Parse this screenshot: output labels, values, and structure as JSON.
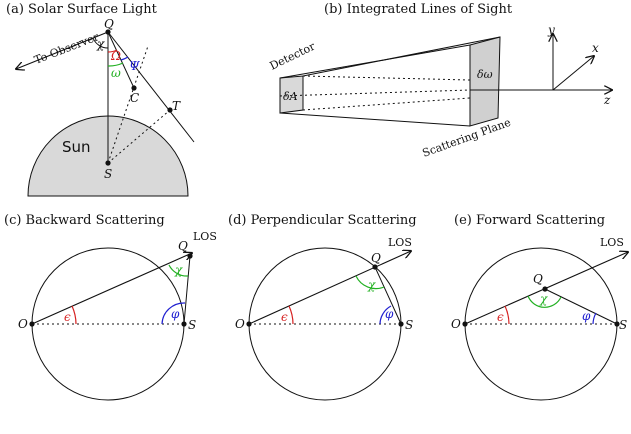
{
  "captions": {
    "a": "(a) Solar Surface Light",
    "b": "(b) Integrated Lines of Sight",
    "c": "(c) Backward Scattering",
    "d": "(d) Perpendicular Scattering",
    "e": "(e) Forward Scattering"
  },
  "panel_a": {
    "sun": "Sun",
    "to_observer": "To Observer",
    "Q": "Q",
    "C": "C",
    "T": "T",
    "S": "S",
    "chi": "χ",
    "omega_cap": "Ω",
    "omega": "ω",
    "psi": "Ψ"
  },
  "panel_b": {
    "detector": "Detector",
    "delta_A": "δA",
    "delta_omega": "δω",
    "scattering_plane": "Scattering Plane",
    "axis_x": "x",
    "axis_y": "y",
    "axis_z": "z"
  },
  "panel_scatter": {
    "O": "O",
    "Q": "Q",
    "S": "S",
    "LOS": "LOS",
    "epsilon": "ϵ",
    "chi": "χ",
    "phi": "φ"
  },
  "colors": {
    "red": "#d62020",
    "green": "#22b022",
    "blue": "#2020d0",
    "sun_fill": "#d9d9d9",
    "plane_fill": "#d0d0d0"
  }
}
